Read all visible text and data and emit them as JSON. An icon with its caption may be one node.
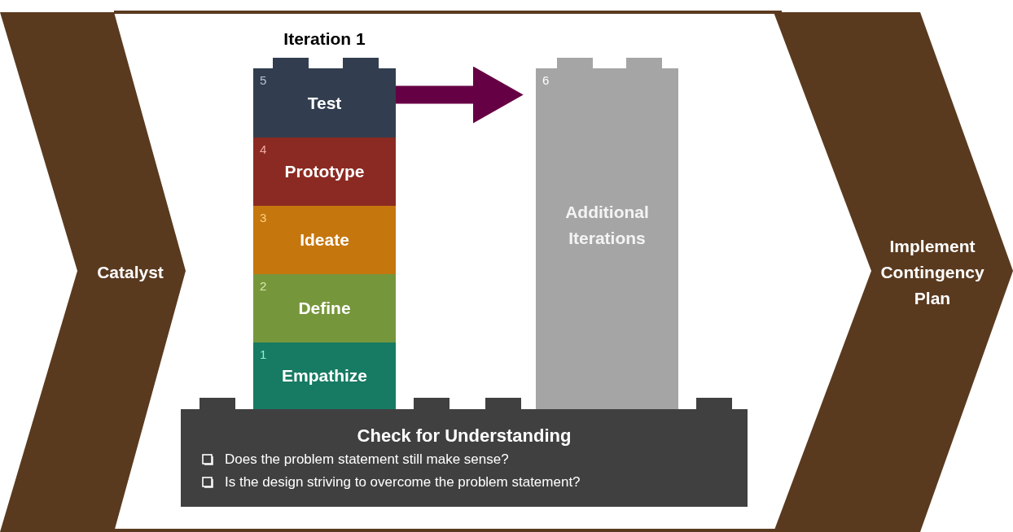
{
  "diagram": {
    "nodes": [
      {
        "text": [
          "Catalyst"
        ]
      },
      {
        "text": [
          "5",
          "Test"
        ]
      },
      {
        "text": [
          "4",
          "Prototype"
        ]
      },
      {
        "text": [
          "3",
          "Ideate"
        ]
      },
      {
        "text": [
          "2",
          "Define"
        ]
      },
      {
        "text": [
          "1",
          "Empathize"
        ]
      },
      {
        "text": [
          "6",
          "Additional Iterations"
        ]
      },
      {
        "text": [
          "Check for Understanding",
          "Does the problem statement still make sense?",
          "Is the design striving to overcome the problem statement?"
        ]
      },
      {
        "text": [
          "Implement Contingency Plan"
        ]
      }
    ],
    "edges": [
      {
        "from": 1,
        "to": 6,
        "arrow": "to"
      }
    ],
    "labels": [
      "Iteration 1"
    ]
  }
}
